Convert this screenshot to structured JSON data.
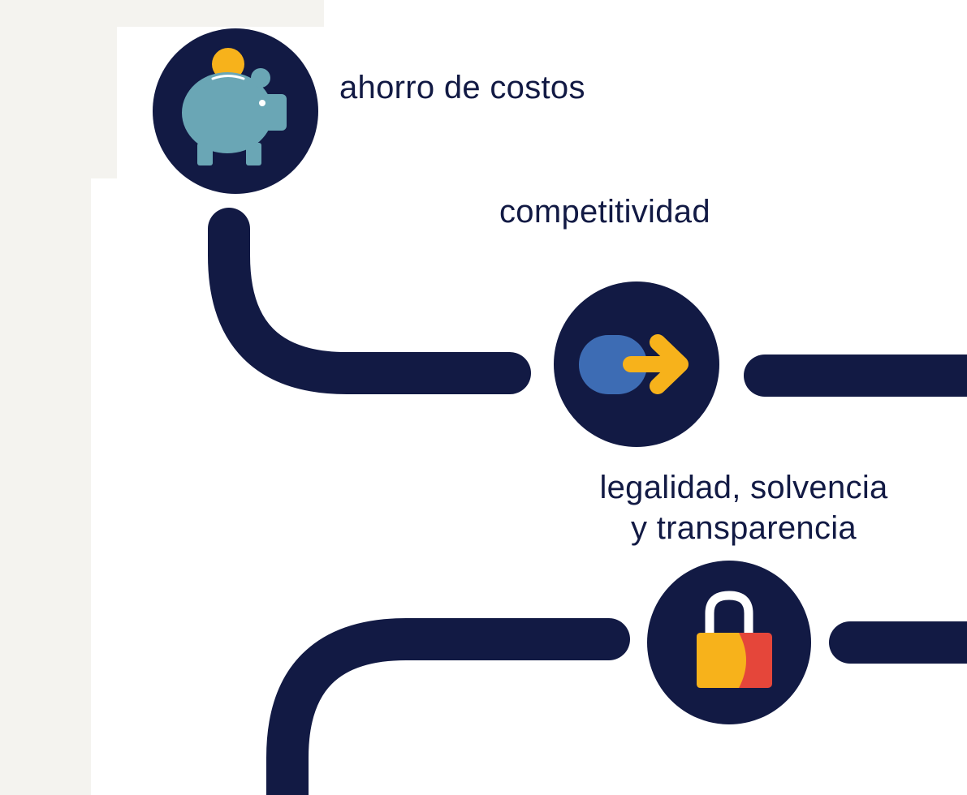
{
  "steps": [
    {
      "label": "ahorro de costos",
      "icon": "piggy-bank-icon"
    },
    {
      "label": "competitividad",
      "icon": "arrow-right-icon"
    },
    {
      "label_lines": [
        "legalidad, solvencia",
        "y transparencia"
      ],
      "icon": "padlock-icon"
    }
  ],
  "colors": {
    "path": "#121a44",
    "circle": "#121a44",
    "text": "#121a44",
    "piggy": "#6aa6b5",
    "coin": "#f7b21b",
    "blue": "#3d6cb4",
    "yellow": "#f7b21b",
    "red": "#e5463a",
    "background_panel": "#f4f3ef"
  }
}
